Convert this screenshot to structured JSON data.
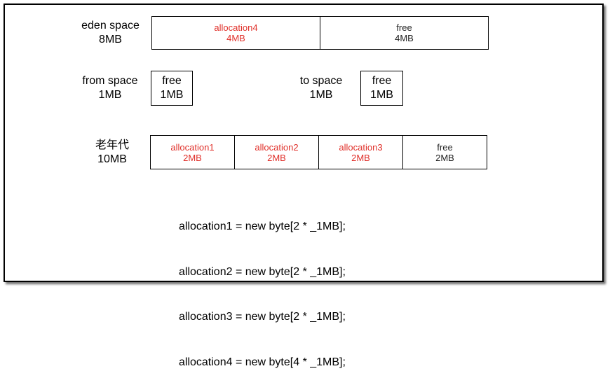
{
  "eden": {
    "name": "eden space",
    "size": "8MB",
    "cells": [
      {
        "label": "allocation4",
        "size": "4MB",
        "kind": "alloc"
      },
      {
        "label": "free",
        "size": "4MB",
        "kind": "free"
      }
    ]
  },
  "from_space": {
    "name": "from space",
    "size": "1MB",
    "box_label": "free",
    "box_size": "1MB"
  },
  "to_space": {
    "name": "to space",
    "size": "1MB",
    "box_label": "free",
    "box_size": "1MB"
  },
  "old_gen": {
    "name": "老年代",
    "size": "10MB",
    "cells": [
      {
        "label": "allocation1",
        "size": "2MB",
        "kind": "alloc"
      },
      {
        "label": "allocation2",
        "size": "2MB",
        "kind": "alloc"
      },
      {
        "label": "allocation3",
        "size": "2MB",
        "kind": "alloc"
      },
      {
        "label": "free",
        "size": "2MB",
        "kind": "free"
      }
    ]
  },
  "code_lines": [
    "allocation1 = new byte[2 * _1MB];",
    "allocation2 = new byte[2 * _1MB];",
    "allocation3 = new byte[2 * _1MB];",
    "allocation4 = new byte[4 * _1MB];"
  ],
  "colors": {
    "alloc_text": "#e0302a",
    "free_text": "#222222"
  }
}
